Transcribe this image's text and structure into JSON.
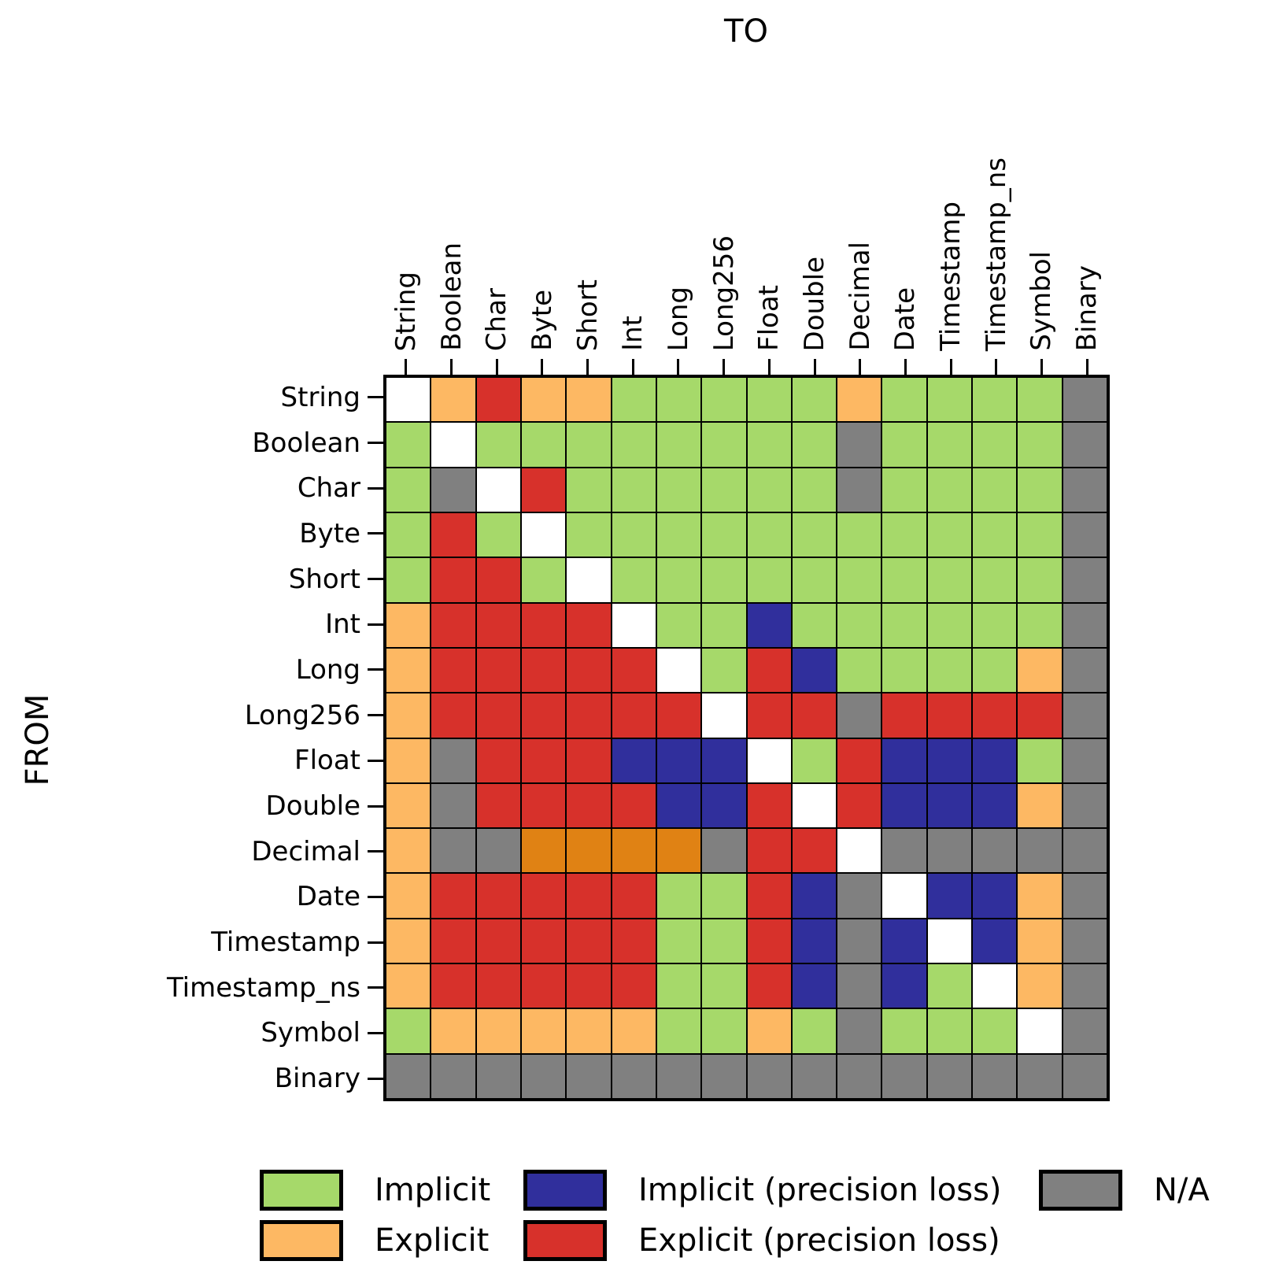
{
  "labels": {
    "to": "TO",
    "from": "FROM"
  },
  "chart_data": {
    "type": "heatmap",
    "title": "TO",
    "xlabel": "TO",
    "ylabel": "FROM",
    "x_categories": [
      "String",
      "Boolean",
      "Char",
      "Byte",
      "Short",
      "Int",
      "Long",
      "Long256",
      "Float",
      "Double",
      "Decimal",
      "Date",
      "Timestamp",
      "Timestamp_ns",
      "Symbol",
      "Binary"
    ],
    "y_categories": [
      "String",
      "Boolean",
      "Char",
      "Byte",
      "Short",
      "Int",
      "Long",
      "Long256",
      "Float",
      "Double",
      "Decimal",
      "Date",
      "Timestamp",
      "Timestamp_ns",
      "Symbol",
      "Binary"
    ],
    "code_meaning": {
      "G": "Implicit",
      "O": "Explicit",
      "B": "Implicit (precision loss)",
      "R": "Explicit (precision loss)",
      "N": "N/A",
      "W": "same type (blank diagonal)",
      "D": "Explicit (dark orange shade shown in Decimal row)"
    },
    "rows": [
      "WOROOGGGGGOGGGGN",
      "GWGGGGGGGGNGGGGN",
      "GNWRGGGGGGNGGGGN",
      "GRGWGGGGGGGGGGGN",
      "GRRGWGGGGGGGGGGN",
      "ORRRRWGGBGGGGGGN",
      "ORRRRRWGRBGGGGON",
      "ORRRRRRWRRNRRRRN",
      "ONRRRBBBWGRBBBGN",
      "ONRRRRBBRWRBBBON",
      "ONNDDDDNRRWNNNNN",
      "ORRRRRGGRBNWBBON",
      "ORRRRRGGRBNBWBON",
      "ORRRRRGGRBNBGWON",
      "GOOOOOGGOGNGGGWN",
      "NNNNNNNNNNNNNNNN"
    ],
    "grid": true,
    "legend_position": "bottom"
  },
  "colors": {
    "G": "#a6d96a",
    "O": "#fdb863",
    "D": "#e08214",
    "B": "#302f9c",
    "R": "#d7312b",
    "N": "#808080",
    "W": "#ffffff",
    "grid": "#000000",
    "background": "#ffffff"
  },
  "legend": {
    "items": [
      {
        "code": "G",
        "label": "Implicit",
        "col": 0,
        "row": 0
      },
      {
        "code": "O",
        "label": "Explicit",
        "col": 0,
        "row": 1
      },
      {
        "code": "B",
        "label": "Implicit (precision loss)",
        "col": 1,
        "row": 0
      },
      {
        "code": "R",
        "label": "Explicit (precision loss)",
        "col": 1,
        "row": 1
      },
      {
        "code": "N",
        "label": "N/A",
        "col": 2,
        "row": 0
      }
    ]
  }
}
